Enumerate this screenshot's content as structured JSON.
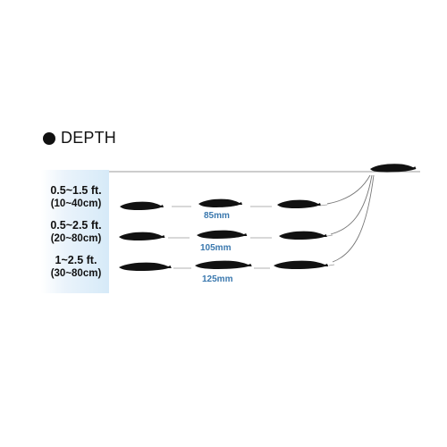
{
  "title": "DEPTH",
  "depths": [
    {
      "ft": "0.5~1.5 ft.",
      "cm": "(10~40cm)"
    },
    {
      "ft": "0.5~2.5 ft.",
      "cm": "(20~80cm)"
    },
    {
      "ft": "1~2.5 ft.",
      "cm": "(30~80cm)"
    }
  ],
  "sizes": [
    "85mm",
    "105mm",
    "125mm"
  ],
  "colors": {
    "label": "#3a78ae",
    "lure": "#111111",
    "line": "#888888",
    "panel_bg": "#d6eaf8"
  },
  "icons": [
    "bullet-dot-icon",
    "lure-icon",
    "fishing-line-icon"
  ]
}
